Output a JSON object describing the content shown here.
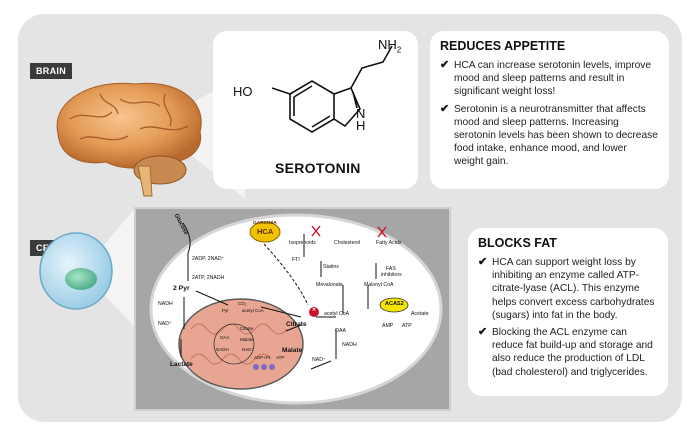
{
  "tags": {
    "brain": "BRAIN",
    "cell": "CELL"
  },
  "molecule": {
    "name": "SEROTONIN",
    "ho": "HO",
    "nh2": "NH",
    "nh2_sub": "2",
    "nh": "H",
    "n": "N"
  },
  "reduces_appetite": {
    "title": "REDUCES APPETITE",
    "bullets": [
      "HCA can increase serotonin levels, improve mood and sleep patterns and result in significant weight loss!",
      "Serotonin is a neurotransmitter that affects mood and sleep patterns. Increasing serotonin levels has been shown to decrease food intake, enhance mood, and lower weight gain."
    ]
  },
  "blocks_fat": {
    "title": "BLOCKS FAT",
    "bullets": [
      "HCA can support weight loss by inhibiting an enzyme called ATP-citrate-lyase (ACL). This enzyme helps convert excess carbohydrates (sugars) into fat in the body.",
      "Blocking the ACL enzyme can reduce fat build-up and storage and also reduce the production of LDL (bad cholesterol) and triglycerides."
    ]
  },
  "pathway": {
    "glucose": "Glucose",
    "hca_top": "GARCINIA",
    "hca_bottom": "HCA",
    "adp": "2ADP, 2NAD⁺",
    "atp": "2ATP, 2NADH",
    "pyr": "2 Pyr",
    "nadh": "NADH",
    "nad": "NAD⁺",
    "lactate": "Lactate",
    "co2": "CO₂",
    "pyr_small": "Pyr",
    "acetyl_small": "acetyl CoA",
    "citrate_small": "Citrate",
    "oaa_small": "OAA",
    "malate_small": "Malate",
    "nadh_small": "NADH",
    "nad_small": "NAD⁺",
    "adp_small": "ADP+Pi",
    "atp_small": "ATP",
    "citrate": "Citrate",
    "malate": "Malate",
    "oaa": "OAA",
    "acl_mark": "✕",
    "acetyl": "acetyl CoA",
    "acas2": "ACAS2",
    "acetate": "Acetate",
    "amp": "AMP",
    "atp_r": "ATP",
    "mevalonate": "Mevalonate",
    "malonyl": "Malonyl CoA",
    "statins": "Statins",
    "fas": "FAS",
    "fas2": "inhibitors",
    "isoprenoids": "Isoprenoids",
    "cholesterol": "Cholesterol",
    "fatty": "Fatty Acids",
    "fti": "FTI",
    "nadh_b": "NADH",
    "nad_b": "NAD⁺"
  },
  "colors": {
    "panel": "#e4e4e4",
    "hca_fill": "#f2c200",
    "acl_fill": "#c8102e",
    "mito_fill": "#e8a592"
  }
}
